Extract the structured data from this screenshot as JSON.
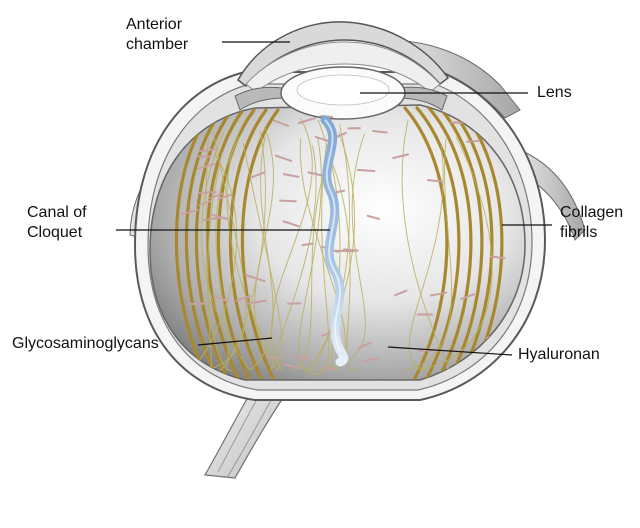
{
  "labels": {
    "anterior_chamber": "Anterior\nchamber",
    "lens": "Lens",
    "canal_of_cloquet": "Canal of\nCloquet",
    "collagen_fibrils": "Collagen\nfibrils",
    "glycosaminoglycans": "Glycosaminoglycans",
    "hyaluronan": "Hyaluronan"
  },
  "colors": {
    "collagen": "#a8882e",
    "hyaluronan": "#b8b060",
    "gag": "#c9a0a0",
    "canal": "#8ab0d8",
    "leader": "#111111"
  }
}
